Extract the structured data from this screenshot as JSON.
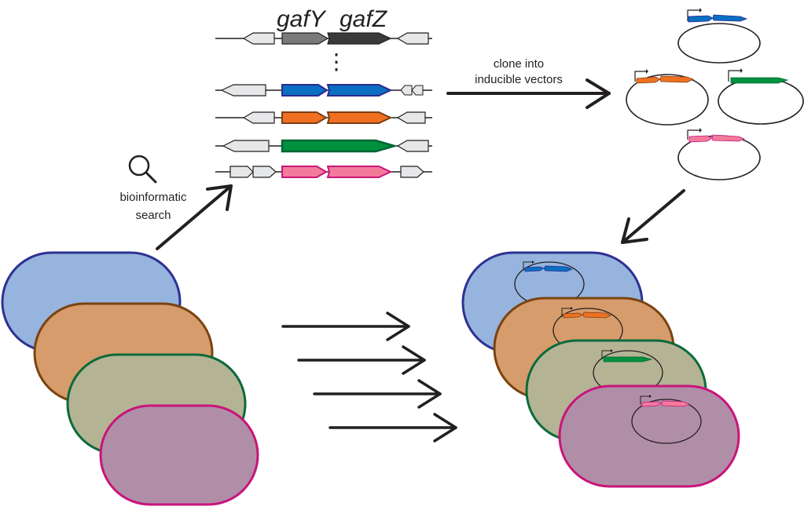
{
  "title": "Workflow: bioinformatic search of gafY/gafZ homologs, cloning into inducible vectors, and transformation into host strains",
  "gene_labels": {
    "gene_y": "gafY",
    "gene_z": "gafZ"
  },
  "steps": {
    "search_label_line1": "bioinformatic",
    "search_label_line2": "search",
    "clone_label_line1": "clone into",
    "clone_label_line2": "inducible vectors"
  },
  "icons": {
    "search": "magnifier-icon"
  },
  "ellipsis": "⋮",
  "colors": {
    "reference_y": "#7a7a7a",
    "reference_z": "#3a3a3a",
    "flank": "#e6e7e8",
    "blue": "#0a6fc2",
    "blue_border": "#2a2a8f",
    "orange": "#f07022",
    "orange_border": "#7a3f12",
    "green": "#00913f",
    "green_border": "#006633",
    "pink": "#f47a9c",
    "pink_border": "#c8157a",
    "cell_blue": "#96b4de",
    "cell_blue_border": "#2e3192",
    "cell_orange": "#d79c6c",
    "cell_orange_border": "#7a4310",
    "cell_green": "#b4b495",
    "cell_green_border": "#0b6a3a",
    "cell_pink": "#b18ea7",
    "cell_pink_border": "#c8157a"
  },
  "operons": [
    {
      "name": "reference",
      "fused": false
    },
    {
      "name": "blue-homolog",
      "fused": false
    },
    {
      "name": "orange-homolog",
      "fused": false
    },
    {
      "name": "green-homolog",
      "fused": true
    },
    {
      "name": "pink-homolog",
      "fused": false
    }
  ],
  "host_strains": [
    "blue-strain",
    "orange-strain",
    "green-strain",
    "pink-strain"
  ]
}
